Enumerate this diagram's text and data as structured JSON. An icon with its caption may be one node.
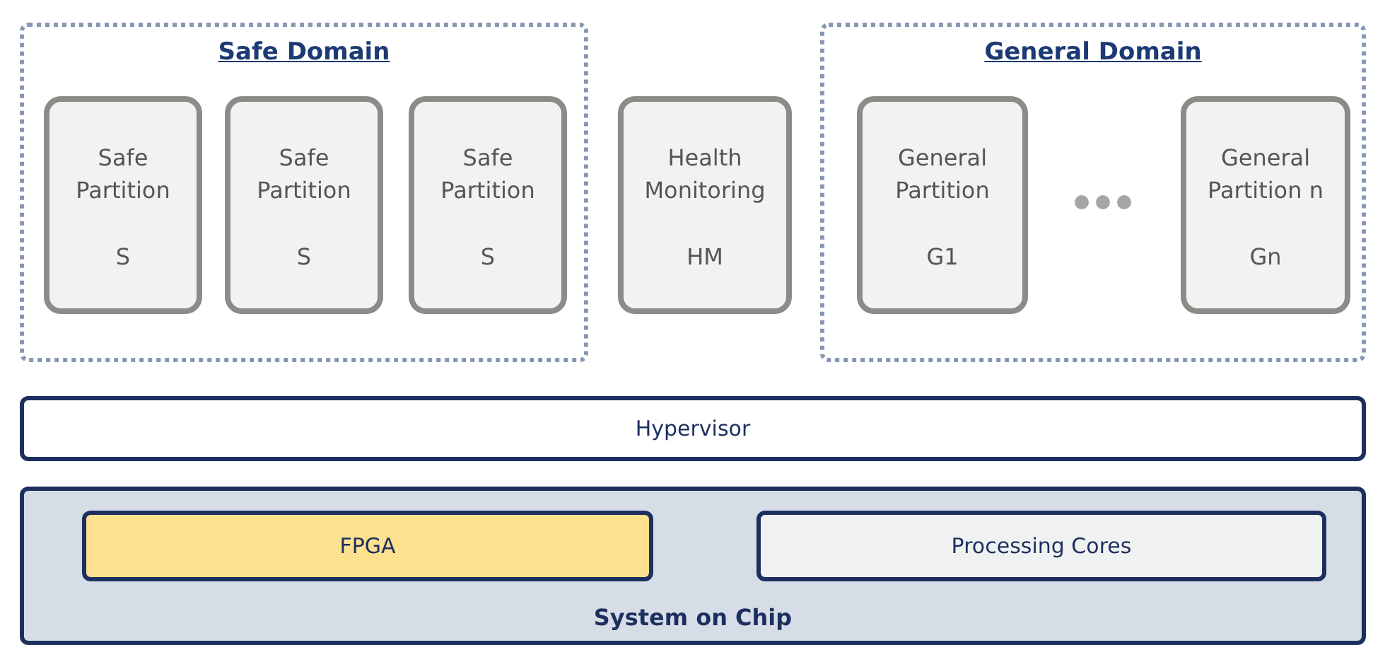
{
  "diagram": {
    "nodes": [
      {
        "text": [
          "Safe Domain"
        ]
      },
      {
        "text": [
          "Safe Partition",
          "S"
        ],
        "in": 0
      },
      {
        "text": [
          "Safe Partition",
          "S"
        ],
        "in": 0
      },
      {
        "text": [
          "Safe Partition",
          "S"
        ],
        "in": 0
      },
      {
        "text": [
          "Health Monitoring",
          "HM"
        ]
      },
      {
        "text": [
          "General Domain"
        ]
      },
      {
        "text": [
          "General Partition",
          "G1"
        ],
        "in": 5
      },
      {
        "text": [
          "General Partition n",
          "Gn"
        ],
        "in": 5
      },
      {
        "text": [
          "Hypervisor"
        ]
      },
      {
        "text": [
          "System on Chip"
        ]
      },
      {
        "text": [
          "FPGA"
        ],
        "in": 9
      },
      {
        "text": [
          "Processing Cores"
        ],
        "in": 9
      }
    ],
    "edges": []
  }
}
